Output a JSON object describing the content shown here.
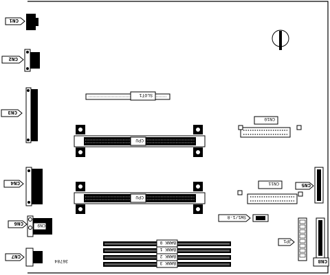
{
  "connectors": {
    "cn1": "CN1",
    "cn2": "CN2",
    "cn3": "CN3",
    "cn4": "CN4",
    "cn6": "CN6",
    "cn7": "CN7",
    "cn8": "CN8",
    "cn9": "CN9",
    "cn5": "CN5"
  },
  "slots": {
    "slot1": "SLOT1",
    "cpu_top": "CPU",
    "cpu_bottom": "CPU"
  },
  "headers": {
    "ide_upper": "CN10",
    "ide_lower": "CN11",
    "jp1": "JP1",
    "switch": "SW1/1-8"
  },
  "memory": {
    "bank0": "BANK 0",
    "bank1": "BANK 1",
    "bank2": "BANK 2",
    "bank3": "BANK 3"
  },
  "figure_number": "36784"
}
